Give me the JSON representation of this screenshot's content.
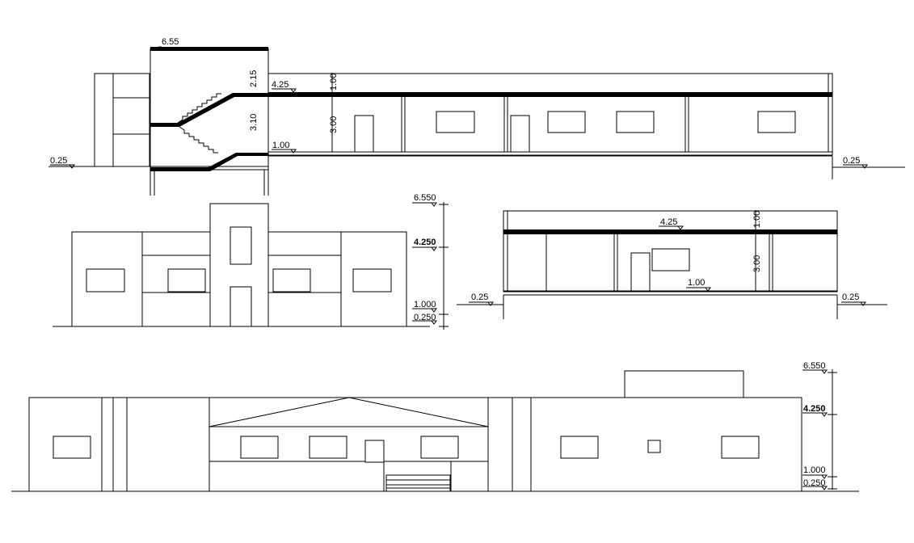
{
  "colors": {
    "line": "#000000",
    "background": "#ffffff"
  },
  "section_a": {
    "stair_top": "6.55",
    "stair_upper": "2.15",
    "stair_lower": "3.10",
    "roof_level": "4.25",
    "parapet": "1.00",
    "wall_height": "3.00",
    "floor_level": "1.00",
    "ground_left": "0.25",
    "ground_right": "0.25"
  },
  "front_elevation": {
    "top": "6.550",
    "roof": "4.250",
    "floor": "1.000",
    "ground": "0.250"
  },
  "section_b": {
    "roof_level": "4.25",
    "parapet": "1.00",
    "wall_height": "3.00",
    "floor_level": "1.00",
    "ground_left": "0.25",
    "ground_right": "0.25"
  },
  "long_elevation": {
    "top": "6.550",
    "roof": "4.250",
    "floor": "1.000",
    "ground": "0.250"
  }
}
